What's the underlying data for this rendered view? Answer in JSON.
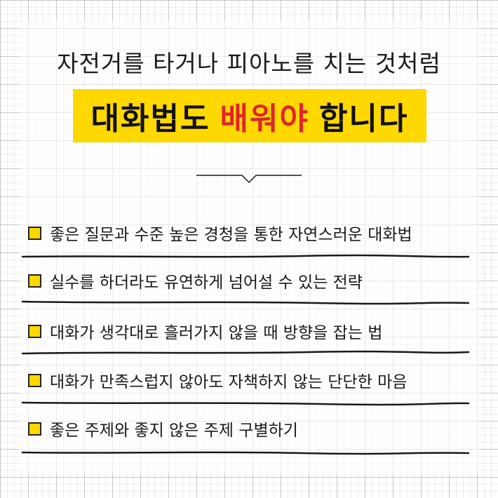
{
  "header": {
    "subtitle": "자전거를 타거나 피아노를 치는 것처럼",
    "title_prefix": "대화법도",
    "title_highlight": "배워야",
    "title_suffix": "합니다"
  },
  "list": {
    "items": [
      {
        "label": "좋은 질문과 수준 높은 경청을 통한 자연스러운 대화법"
      },
      {
        "label": "실수를 하더라도 유연하게 넘어설 수 있는 전략"
      },
      {
        "label": "대화가 생각대로 흘러가지 않을 때 방향을 잡는 법"
      },
      {
        "label": "대화가 만족스럽지 않아도 자책하지 않는 단단한 마음"
      },
      {
        "label": "좋은 주제와 좋지 않은 주제 구별하기"
      }
    ]
  },
  "colors": {
    "accent_yellow": "#ffd800",
    "highlight_red": "#e0242c",
    "text_dark": "#1a1a1a"
  }
}
